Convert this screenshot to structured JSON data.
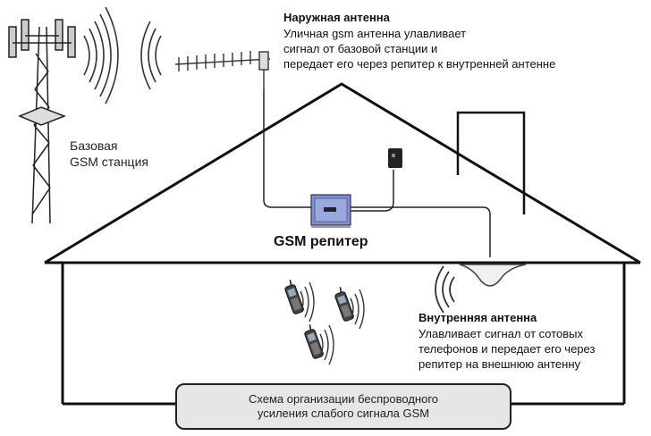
{
  "outdoor_antenna": {
    "title": "Наружная антенна",
    "description": [
      "Уличная gsm антенна улавливает",
      "сигнал от базовой станции и",
      "передает его через репитер к внутренней антенне"
    ]
  },
  "base_station": {
    "label_lines": [
      "Базовая",
      "GSM станция"
    ]
  },
  "repeater": {
    "label": "GSM репитер"
  },
  "indoor_antenna": {
    "title": "Внутренняя антенна",
    "description": [
      "Улавливает сигнал от сотовых",
      "телефонов и передает его через",
      "репитер на внешнюю антенну"
    ]
  },
  "scheme_caption": [
    "Схема организации беспроводного",
    "усиления слабого сигнала GSM"
  ],
  "colors": {
    "line": "#111111",
    "repeater_body": "#7f8fd1",
    "repeater_face": "#9aa8e0",
    "caption_box": "#e6e6e6",
    "signal_wave": "#333333"
  }
}
